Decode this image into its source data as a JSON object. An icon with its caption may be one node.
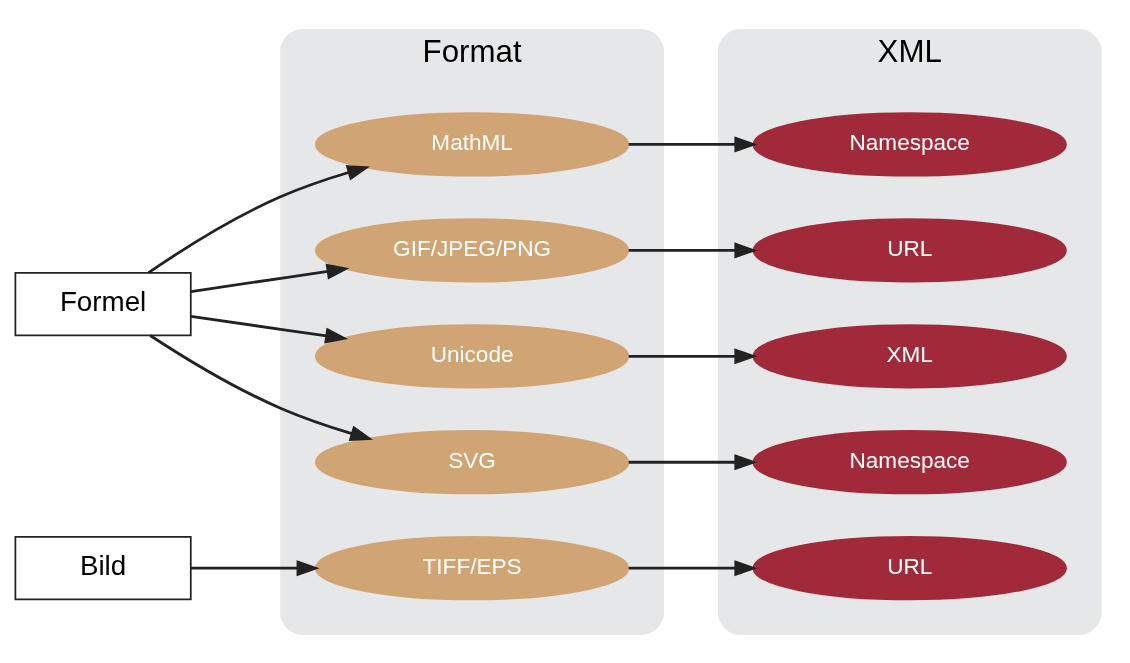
{
  "diagram": {
    "nodes": [
      {
        "text": [
          "Formel"
        ]
      },
      {
        "text": [
          "Bild"
        ]
      },
      {
        "text": [
          "Format"
        ]
      },
      {
        "text": [
          "MathML"
        ],
        "in": 2
      },
      {
        "text": [
          "GIF/JPEG/PNG"
        ],
        "in": 2
      },
      {
        "text": [
          "Unicode"
        ],
        "in": 2
      },
      {
        "text": [
          "SVG"
        ],
        "in": 2
      },
      {
        "text": [
          "TIFF/EPS"
        ],
        "in": 2
      },
      {
        "text": [
          "XML"
        ]
      },
      {
        "text": [
          "Namespace"
        ],
        "in": 8
      },
      {
        "text": [
          "URL"
        ],
        "in": 8
      },
      {
        "text": [
          "XML"
        ],
        "in": 8
      },
      {
        "text": [
          "Namespace"
        ],
        "in": 8
      },
      {
        "text": [
          "URL"
        ],
        "in": 8
      }
    ],
    "edges": [
      {
        "from": 0,
        "to": 3,
        "arrow": "to"
      },
      {
        "from": 0,
        "to": 4,
        "arrow": "to"
      },
      {
        "from": 0,
        "to": 5,
        "arrow": "to"
      },
      {
        "from": 0,
        "to": 6,
        "arrow": "to"
      },
      {
        "from": 1,
        "to": 7,
        "arrow": "to"
      },
      {
        "from": 3,
        "to": 9,
        "arrow": "to"
      },
      {
        "from": 4,
        "to": 10,
        "arrow": "to"
      },
      {
        "from": 5,
        "to": 11,
        "arrow": "to"
      },
      {
        "from": 6,
        "to": 12,
        "arrow": "to"
      },
      {
        "from": 7,
        "to": 13,
        "arrow": "to"
      }
    ]
  }
}
